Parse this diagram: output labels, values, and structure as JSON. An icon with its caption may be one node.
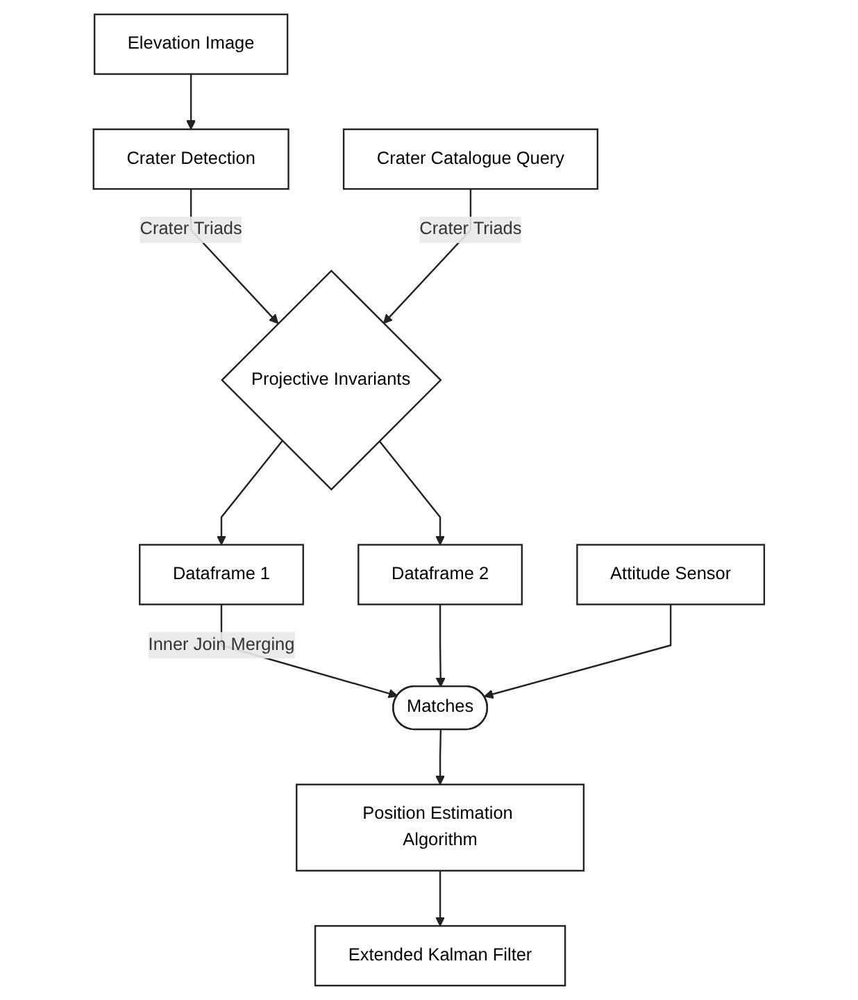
{
  "diagram": {
    "nodes": [
      {
        "text": [
          "Elevation Image"
        ]
      },
      {
        "text": [
          "Crater Detection"
        ]
      },
      {
        "text": [
          "Crater Catalogue Query"
        ]
      },
      {
        "text": [
          "Projective Invariants"
        ]
      },
      {
        "text": [
          "Dataframe 1"
        ]
      },
      {
        "text": [
          "Dataframe 2"
        ]
      },
      {
        "text": [
          "Matches"
        ]
      },
      {
        "text": [
          "Attitude Sensor"
        ]
      },
      {
        "text": [
          "Position Estimation Algorithm"
        ]
      },
      {
        "text": [
          "Extended Kalman Filter"
        ]
      }
    ],
    "edges": [
      {
        "from": 0,
        "to": 1,
        "arrow": "to"
      },
      {
        "from": 1,
        "to": 3,
        "arrow": "to",
        "label": "Crater Triads"
      },
      {
        "from": 2,
        "to": 3,
        "arrow": "to",
        "label": "Crater Triads"
      },
      {
        "from": 3,
        "to": 4,
        "arrow": "to"
      },
      {
        "from": 3,
        "to": 5,
        "arrow": "to"
      },
      {
        "from": 4,
        "to": 6,
        "arrow": "to",
        "label": "Inner Join Merging"
      },
      {
        "from": 5,
        "to": 6,
        "arrow": "to"
      },
      {
        "from": 7,
        "to": 6,
        "arrow": "to"
      },
      {
        "from": 6,
        "to": 8,
        "arrow": "to"
      },
      {
        "from": 8,
        "to": 9,
        "arrow": "to"
      }
    ]
  }
}
